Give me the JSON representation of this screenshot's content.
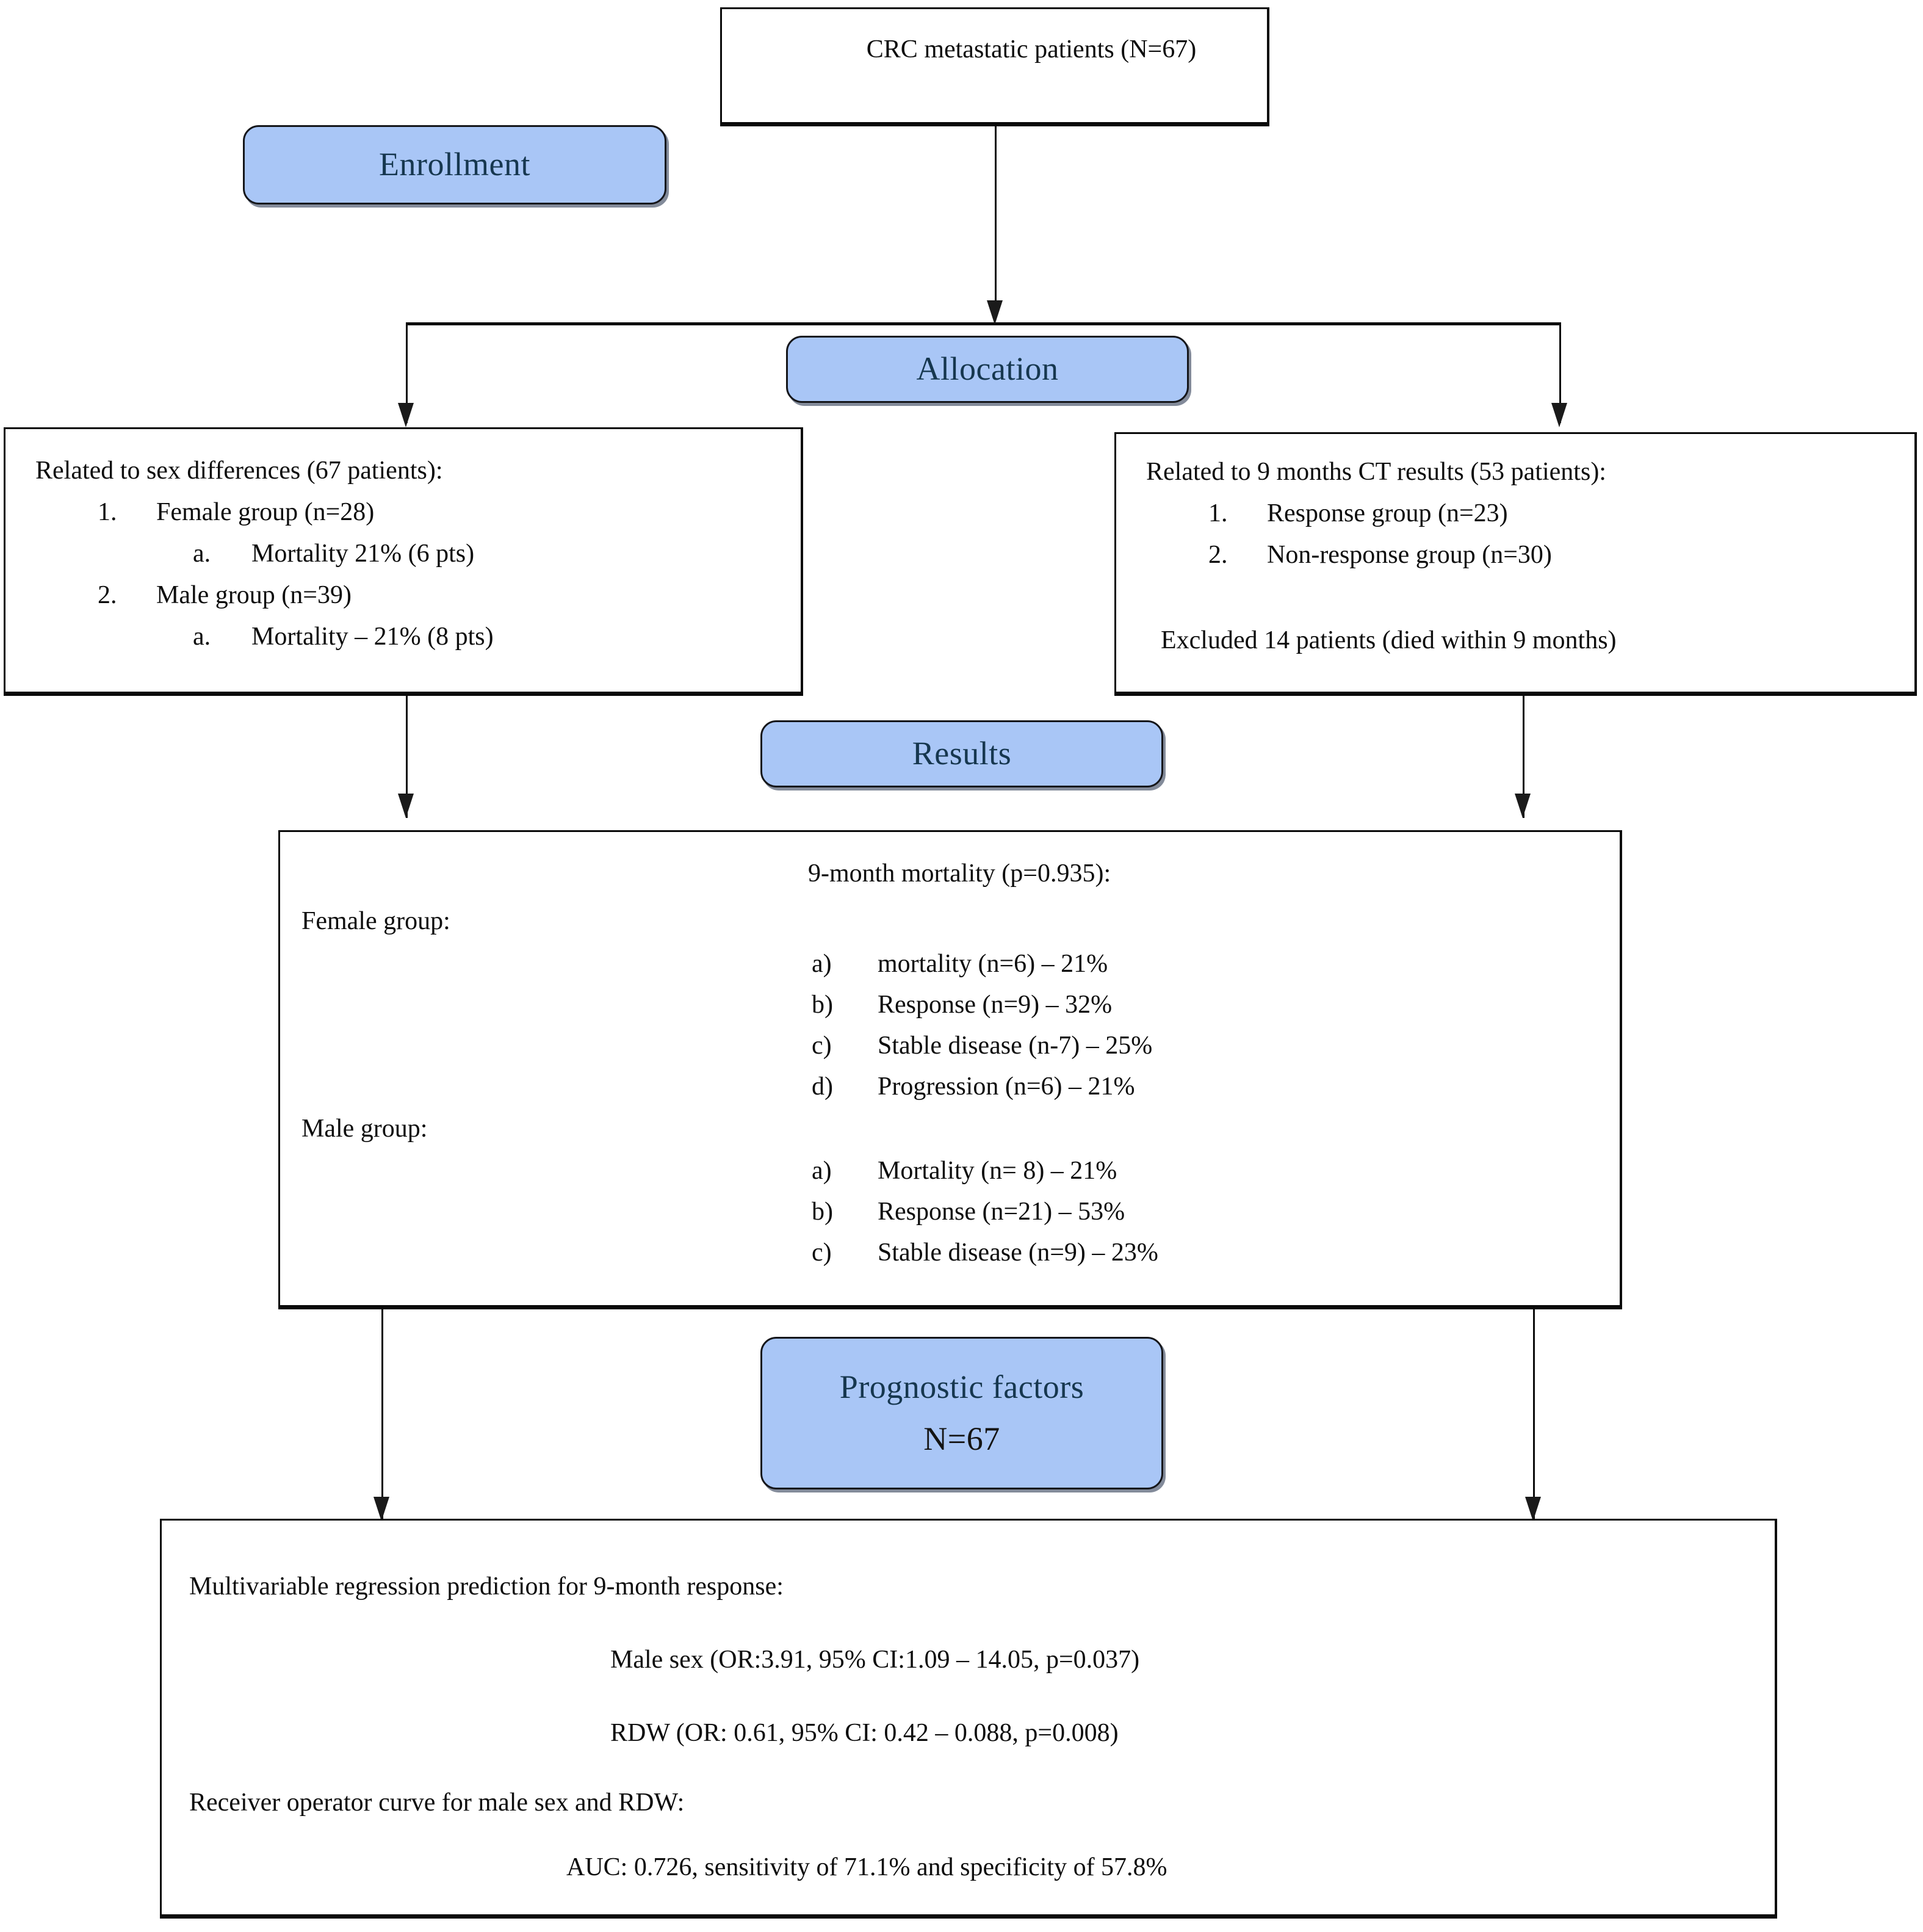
{
  "diagram": {
    "title": "CRC metastatic patients study flowchart",
    "accent_color": "#a9c6f6",
    "stage_text_color": "#16374f",
    "line_color": "#0c0c0c"
  },
  "enrollment_box": {
    "text": "CRC metastatic patients (N=67)"
  },
  "stages": {
    "enrollment": "Enrollment",
    "allocation": "Allocation",
    "results": "Results",
    "prognostic_factors": "Prognostic factors",
    "prognostic_factors_n": "N=67"
  },
  "allocation_left": {
    "title": "Related to sex differences (67 patients):",
    "items": [
      {
        "marker": "1.",
        "text": "Female group (n=28)",
        "level": 1
      },
      {
        "marker": "a.",
        "text": "Mortality 21% (6 pts)",
        "level": 2
      },
      {
        "marker": "2.",
        "text": "Male group (n=39)",
        "level": 1
      },
      {
        "marker": "a.",
        "text": "Mortality – 21% (8 pts)",
        "level": 2
      }
    ]
  },
  "allocation_right": {
    "title": "Related to 9 months CT results (53 patients):",
    "items": [
      {
        "marker": "1.",
        "text": "Response group (n=23)",
        "level": 1
      },
      {
        "marker": "2.",
        "text": "Non-response group (n=30)",
        "level": 1
      }
    ],
    "footnote": "Excluded 14 patients  (died within 9 months)"
  },
  "results_box": {
    "heading": "9-month mortality  (p=0.935):",
    "female_label": "Female group:",
    "female_items": [
      {
        "marker": "a)",
        "text": "mortality (n=6) – 21%"
      },
      {
        "marker": "b)",
        "text": "Response (n=9) – 32%"
      },
      {
        "marker": "c)",
        "text": "Stable disease (n-7) – 25%"
      },
      {
        "marker": "d)",
        "text": "Progression (n=6) – 21%"
      }
    ],
    "male_label": "Male group:",
    "male_items": [
      {
        "marker": "a)",
        "text": "Mortality (n= 8) – 21%"
      },
      {
        "marker": "b)",
        "text": "Response (n=21) – 53%"
      },
      {
        "marker": "c)",
        "text": "Stable disease (n=9) – 23%"
      }
    ]
  },
  "conclusion_box": {
    "line1": "Multivariable regression prediction for 9-month response:",
    "line2": "Male sex (OR:3.91, 95% CI:1.09 – 14.05, p=0.037)",
    "line3": "RDW (OR: 0.61, 95% CI: 0.42 – 0.088, p=0.008)",
    "line4": "Receiver operator curve for male sex and RDW:",
    "line5": "AUC: 0.726, sensitivity of 71.1% and specificity of 57.8%"
  }
}
